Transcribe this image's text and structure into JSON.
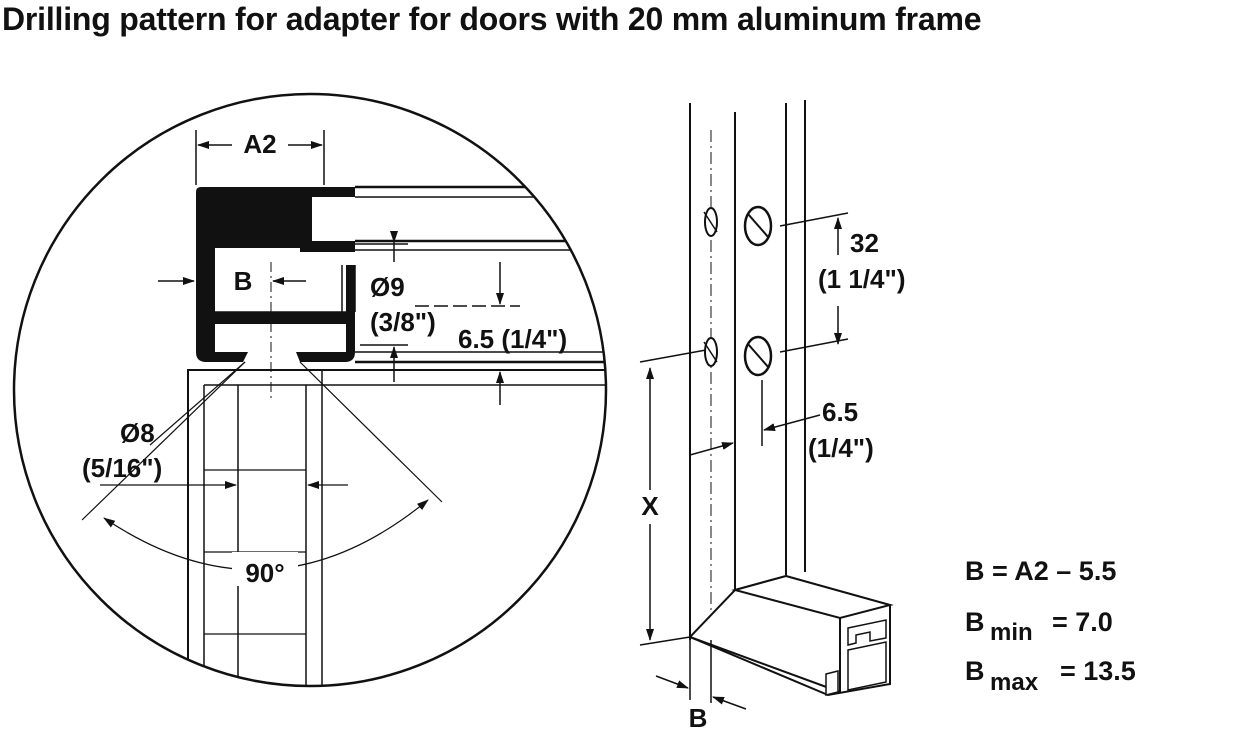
{
  "title": "Drilling pattern for adapter for doors with 20 mm aluminum frame",
  "labels": {
    "a2": "A2",
    "b_left": "B",
    "dia9": "Ø9",
    "dia9_inch": "(3/8\")",
    "dim65_left": "6.5 (1/4\")",
    "dia8": "Ø8",
    "dia8_inch": "(5/16\")",
    "angle": "90°",
    "dim32": "32",
    "dim32_inch": "(1 1/4\")",
    "dim65_right": "6.5",
    "dim65_right_inch": "(1/4\")",
    "x": "X",
    "b_bottom": "B"
  },
  "formulas": {
    "line1": "B = A2 – 5.5",
    "line2_main": "B",
    "line2_sub": "min",
    "line2_value": "= 7.0",
    "line3_main": "B",
    "line3_sub": "max",
    "line3_value": "= 13.5"
  }
}
